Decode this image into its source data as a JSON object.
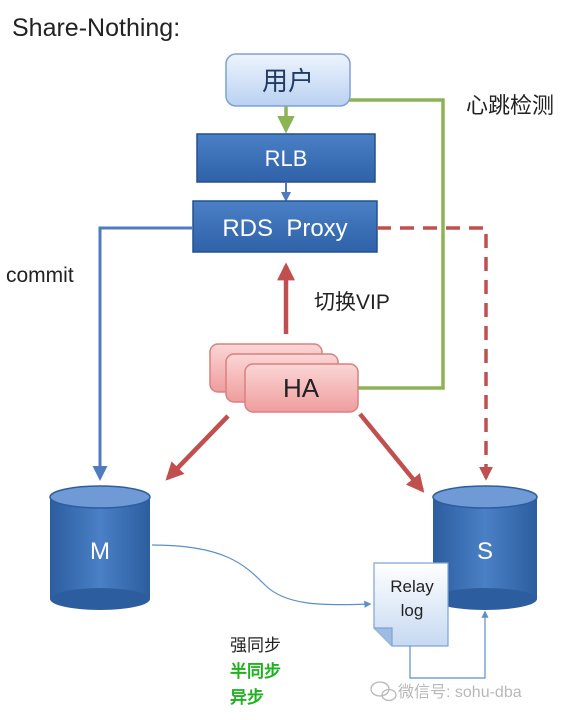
{
  "title": "Share-Nothing:",
  "nodes": {
    "user": "用户",
    "rlb": "RLB",
    "rds_proxy": "RDS  Proxy",
    "ha": "HA",
    "master": "M",
    "slave": "S",
    "relay_log": [
      "Relay",
      "log"
    ]
  },
  "labels": {
    "heartbeat": "心跳检测",
    "commit": "commit",
    "switch_vip": "切换VIP"
  },
  "replication_modes": {
    "strong": "强同步",
    "semi": "半同步",
    "async": "异步"
  },
  "watermark": "微信号: sohu-dba",
  "colors": {
    "box_blue": "#3a6fb5",
    "box_blue_border": "#24508e",
    "user_fill": "#c9dcf5",
    "ha_fill": "#f3a8a8",
    "arrow_blue": "#4f7cc0",
    "arrow_red": "#c0504d",
    "arrow_green": "#8cb453",
    "db_blue": "#3a6fb5",
    "green_text": "#1fb21f"
  }
}
